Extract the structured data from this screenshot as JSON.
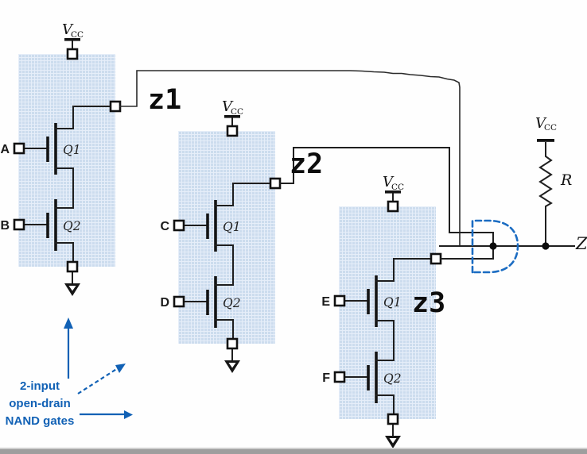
{
  "diagram": {
    "description_note": "",
    "gates": [
      {
        "output": "z1",
        "input1": "A",
        "input2": "B",
        "q1": "Q1",
        "q2": "Q2"
      },
      {
        "output": "z2",
        "input1": "C",
        "input2": "D",
        "q1": "Q1",
        "q2": "Q2"
      },
      {
        "output": "z3",
        "input1": "E",
        "input2": "F",
        "q1": "Q1",
        "q2": "Q2"
      }
    ],
    "power": {
      "v": "V",
      "sub": "CC"
    },
    "resistor": {
      "label": "R"
    },
    "output_node": {
      "label": "Z"
    },
    "annotation": {
      "line1": "2-input",
      "line2": "open-drain",
      "line3": "NAND gates"
    },
    "colors": {
      "gate_box_fill": "#ccdcee",
      "wire": "#1f1f1f",
      "annotation_blue": "#1161b5",
      "wired_and_dashed_blue": "#1b6cc2",
      "bottom_bar_gray": "#9e9e9e"
    }
  }
}
